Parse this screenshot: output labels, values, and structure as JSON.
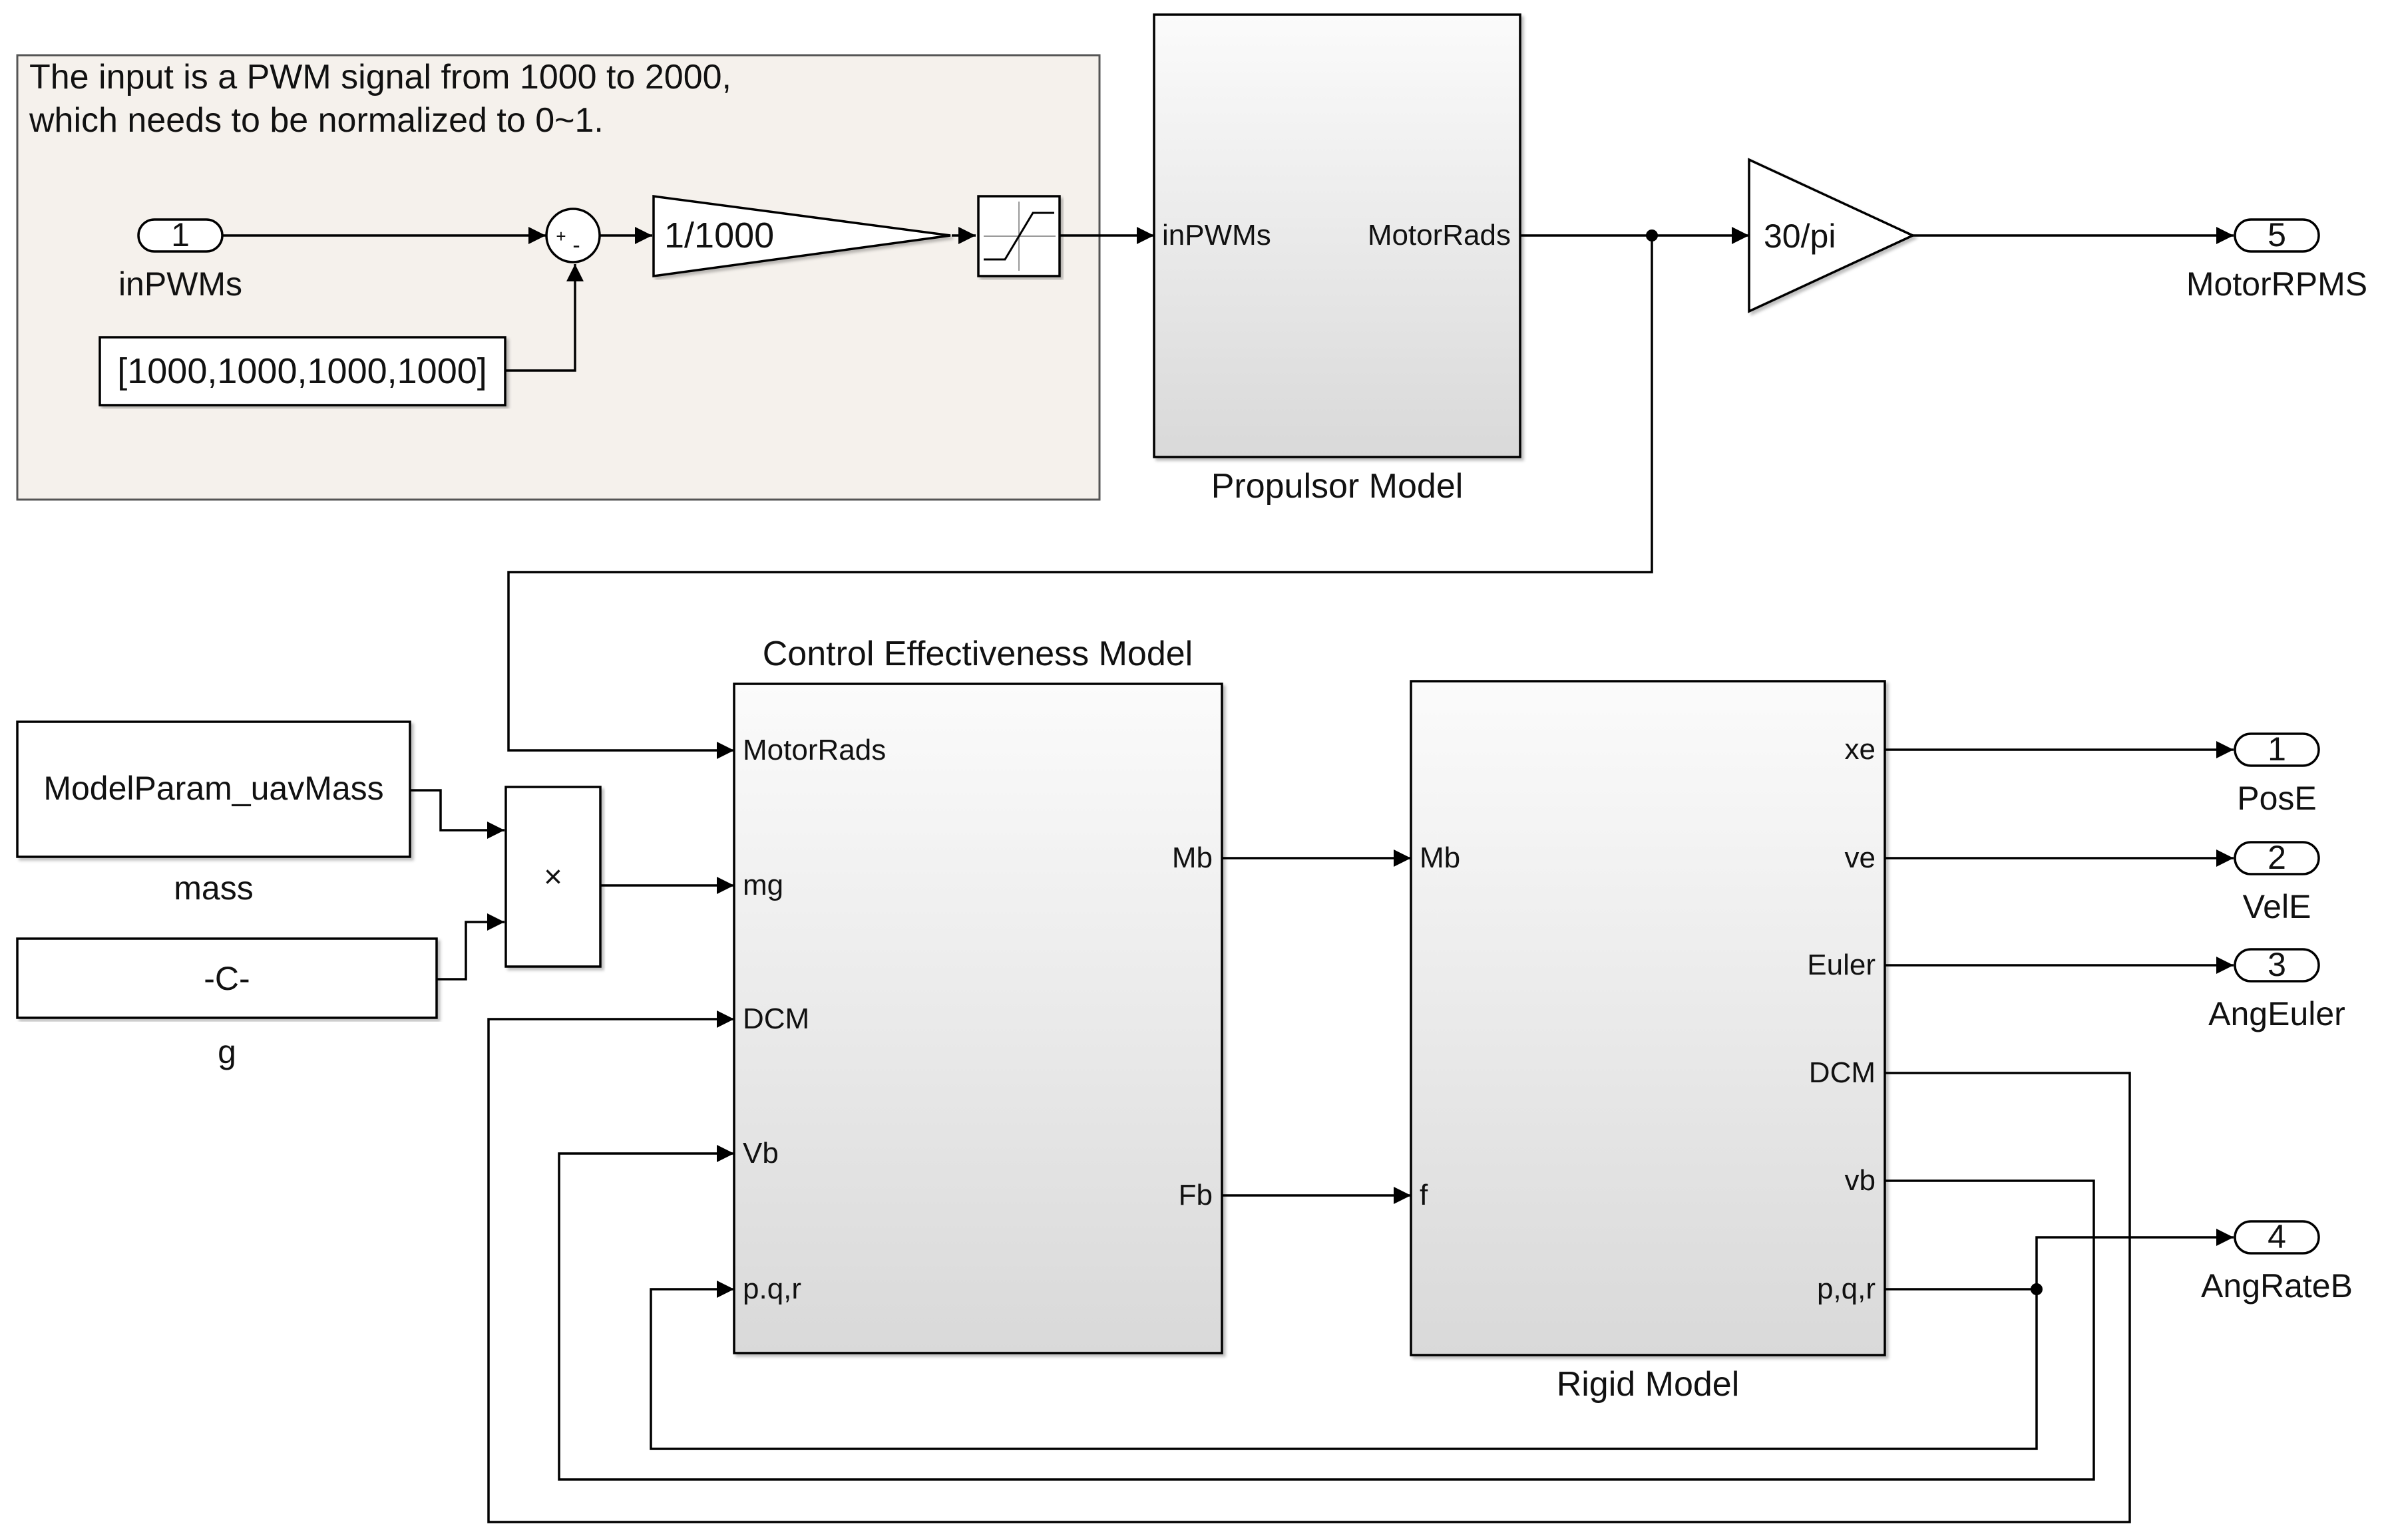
{
  "annotation": {
    "line1": "The input is a PWM signal from 1000 to 2000,",
    "line2": "which needs to be normalized to 0~1."
  },
  "inports": [
    {
      "number": "1",
      "name": "inPWMs"
    }
  ],
  "outports": [
    {
      "number": "5",
      "name": "MotorRPMS"
    },
    {
      "number": "1",
      "name": "PosE"
    },
    {
      "number": "2",
      "name": "VelE"
    },
    {
      "number": "3",
      "name": "AngEuler"
    },
    {
      "number": "4",
      "name": "AngRateB"
    }
  ],
  "constant_offset": {
    "value": "[1000,1000,1000,1000]"
  },
  "sum_block": {
    "signs": "+-"
  },
  "gain_normalize": {
    "value": "1/1000"
  },
  "gain_rpm": {
    "value": "30/pi"
  },
  "propulsor": {
    "title": "Propulsor Model",
    "input": "inPWMs",
    "output": "MotorRads"
  },
  "mass_block": {
    "value": "ModelParam_uavMass",
    "name": "mass"
  },
  "g_block": {
    "value": "-C-",
    "name": "g"
  },
  "product_block": {
    "symbol": "×"
  },
  "control_effectiveness": {
    "title": "Control Effectiveness Model",
    "inputs": [
      "MotorRads",
      "mg",
      "DCM",
      "Vb",
      "p.q,r"
    ],
    "outputs": [
      "Mb",
      "Fb"
    ]
  },
  "rigid_model": {
    "title": "Rigid Model",
    "inputs": [
      "Mb",
      "f"
    ],
    "outputs": [
      "xe",
      "ve",
      "Euler",
      "DCM",
      "vb",
      "p,q,r"
    ]
  },
  "colors": {
    "annotation_bg": "#f5f1ec",
    "subsystem_top": "#fbfbfb",
    "subsystem_bottom": "#d9d9d9",
    "line": "#000000"
  }
}
